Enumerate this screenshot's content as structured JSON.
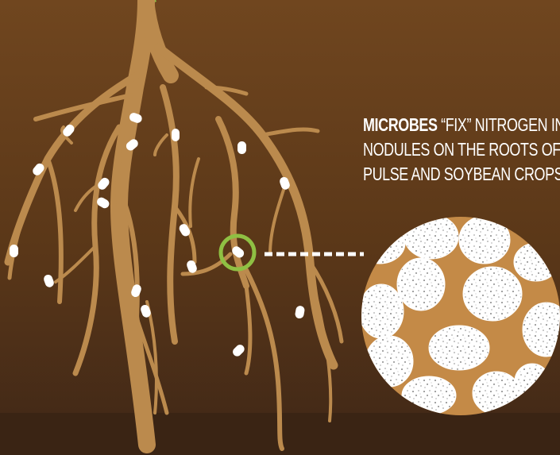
{
  "caption": {
    "lead": "MICROBES",
    "line1_rest": " “FIX” NITROGEN IN",
    "line2": "NODULES ON THE ROOTS OF",
    "line3": "PULSE AND SOYBEAN CROPS."
  },
  "colors": {
    "soil_dark": "#3f2717",
    "soil_light": "#70461f",
    "root": "#bb8a4d",
    "root_shadow": "#9e6f3a",
    "nodule": "#ffffff",
    "highlight_ring": "#8fc043",
    "callout_dash": "#ffffff",
    "zoom_background": "#c48a47"
  },
  "icons": {
    "highlight": "ring",
    "zoom": "magnified-circle"
  }
}
